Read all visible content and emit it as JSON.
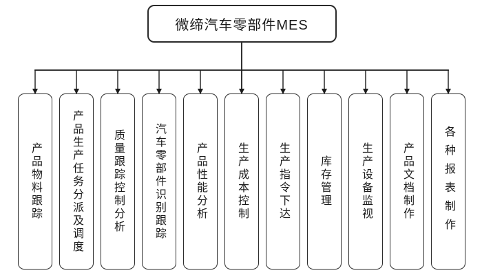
{
  "root": {
    "label": "微缔汽车零部件MES"
  },
  "modules": [
    {
      "label": "产品物料跟踪"
    },
    {
      "label": "产品生产任务分派及调度"
    },
    {
      "label": "质量跟踪控制分析"
    },
    {
      "label": "汽车零部件识别跟踪"
    },
    {
      "label": "产品性能分析"
    },
    {
      "label": "生产成本控制"
    },
    {
      "label": "生产指令下达"
    },
    {
      "label": "库存管理"
    },
    {
      "label": "生产设备监视"
    },
    {
      "label": "产品文档制作"
    },
    {
      "label": "各种报表制作"
    }
  ],
  "colors": {
    "line": "#1a1a1a",
    "border": "#2d2d2d",
    "text": "#1a1a1a",
    "background": "#ffffff"
  }
}
